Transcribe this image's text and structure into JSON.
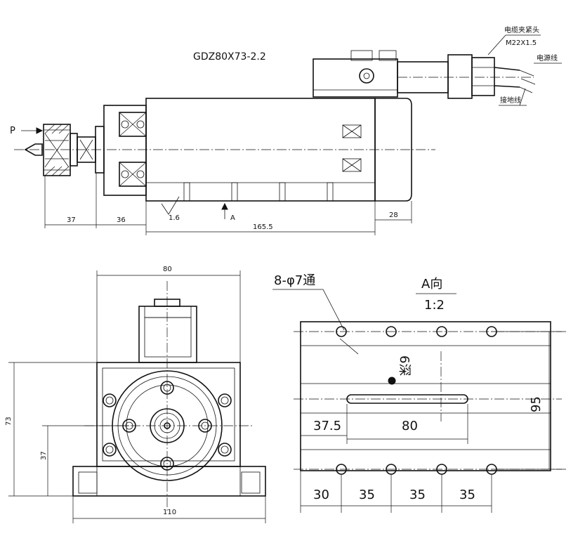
{
  "model": "GDZ80X73-2.2",
  "labels": {
    "cable_gland": "电缆夹紧头",
    "gland_thread": "M22X1.5",
    "power_cable": "电源线",
    "ground_wire": "接地线",
    "arrow_p": "P",
    "arrow_a": "A",
    "roughness": "1.6"
  },
  "side_dims": {
    "nose": "37",
    "flange": "36",
    "body": "165.5",
    "cap": "28"
  },
  "front_dims": {
    "width": "80",
    "height": "73",
    "center": "37",
    "base": "110"
  },
  "view_a": {
    "title": "A向",
    "scale": "1:2",
    "holes": "8-φ7通",
    "depth": "6深",
    "d1": "37.5",
    "d2": "80",
    "height": "95",
    "p1": "30",
    "p2": "35",
    "p3": "35",
    "p4": "35"
  }
}
